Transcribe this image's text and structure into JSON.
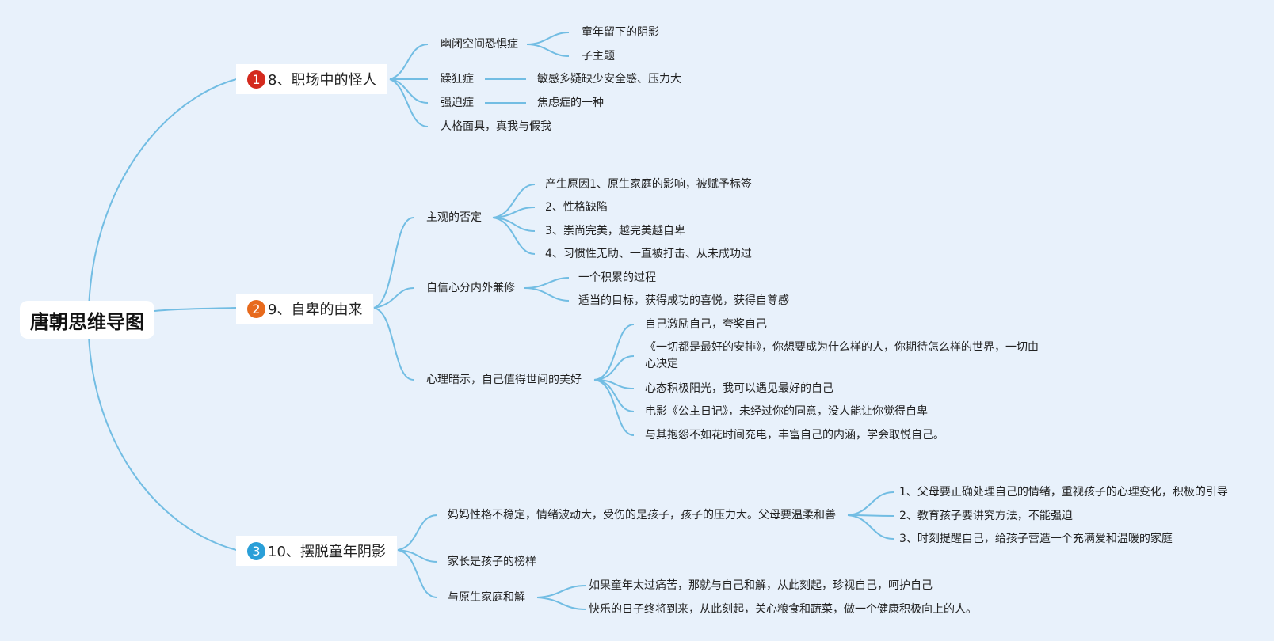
{
  "root": {
    "title": "唐朝思维导图"
  },
  "colors": {
    "background": "#e8f1fb",
    "line": "#72bde3",
    "badge_1": "#d42a1e",
    "badge_2": "#e76a1d",
    "badge_3": "#2a9fd8"
  },
  "branches": [
    {
      "number": "1",
      "label": "8、职场中的怪人",
      "children": [
        {
          "label": "幽闭空间恐惧症",
          "children": [
            "童年留下的阴影",
            "子主题"
          ]
        },
        {
          "label": "躁狂症",
          "children": [
            "敏感多疑缺少安全感、压力大"
          ]
        },
        {
          "label": "强迫症",
          "children": [
            "焦虑症的一种"
          ]
        },
        {
          "label": "人格面具，真我与假我",
          "children": []
        }
      ]
    },
    {
      "number": "2",
      "label": "9、自卑的由来",
      "children": [
        {
          "label": "主观的否定",
          "children": [
            "产生原因1、原生家庭的影响，被赋予标签",
            "2、性格缺陷",
            "3、崇尚完美，越完美越自卑",
            "4、习惯性无助、一直被打击、从未成功过"
          ]
        },
        {
          "label": "自信心分内外兼修",
          "children": [
            "一个积累的过程",
            "适当的目标，获得成功的喜悦，获得自尊感"
          ]
        },
        {
          "label": "心理暗示，自己值得世间的美好",
          "children": [
            "自己激励自己，夸奖自己",
            "《一切都是最好的安排》，你想要成为什么样的人，你期待怎么样的世界，一切由心决定",
            "心态积极阳光，我可以遇见最好的自己",
            "电影《公主日记》，未经过你的同意，没人能让你觉得自卑",
            "与其抱怨不如花时间充电，丰富自己的内涵，学会取悦自己。"
          ]
        }
      ]
    },
    {
      "number": "3",
      "label": "10、摆脱童年阴影",
      "children": [
        {
          "label": "妈妈性格不稳定，情绪波动大，受伤的是孩子，孩子的压力大。父母要温柔和善",
          "children": [
            "1、父母要正确处理自己的情绪，重视孩子的心理变化，积极的引导",
            "2、教育孩子要讲究方法，不能强迫",
            "3、时刻提醒自己，给孩子营造一个充满爱和温暖的家庭"
          ]
        },
        {
          "label": "家长是孩子的榜样",
          "children": []
        },
        {
          "label": "与原生家庭和解",
          "children": [
            "如果童年太过痛苦，那就与自己和解，从此刻起，珍视自己，呵护自己",
            "快乐的日子终将到来，从此刻起，关心粮食和蔬菜，做一个健康积极向上的人。"
          ]
        }
      ]
    }
  ]
}
